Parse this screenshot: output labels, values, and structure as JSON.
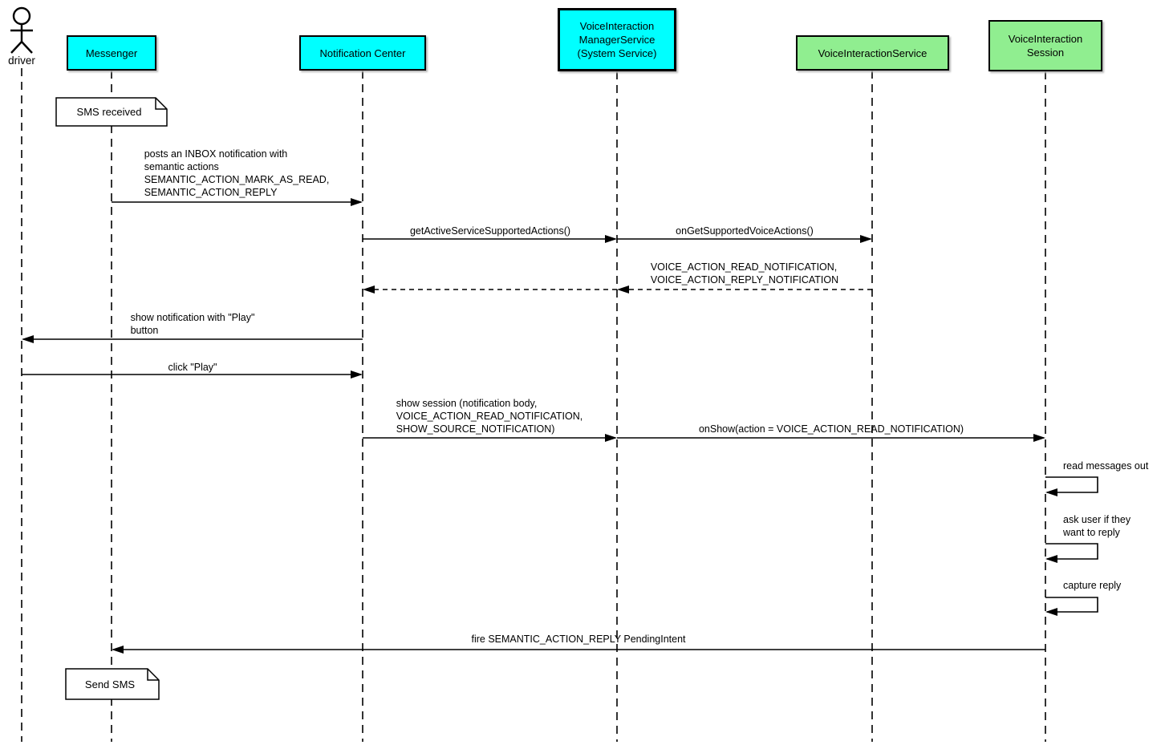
{
  "diagram": {
    "type": "uml-sequence-diagram",
    "actor": {
      "name": "driver"
    },
    "participants": [
      {
        "id": "messenger",
        "label": "Messenger",
        "color": "#00FFFF"
      },
      {
        "id": "notification-center",
        "label": "Notification Center",
        "color": "#00FFFF"
      },
      {
        "id": "voice-interaction-manager-service",
        "label": "VoiceInteraction\nManagerService\n(System Service)",
        "color": "#00FFFF"
      },
      {
        "id": "voice-interaction-service",
        "label": "VoiceInteractionService",
        "color": "#90EE90"
      },
      {
        "id": "voice-interaction-session",
        "label": "VoiceInteraction\nSession",
        "color": "#90EE90"
      }
    ],
    "notes": [
      {
        "attached_to": "messenger",
        "label": "SMS received"
      },
      {
        "attached_to": "messenger",
        "label": "Send SMS"
      }
    ],
    "messages": [
      {
        "from": "messenger",
        "to": "notification-center",
        "style": "solid",
        "label": "posts an INBOX notification with\nsemantic actions\nSEMANTIC_ACTION_MARK_AS_READ,\nSEMANTIC_ACTION_REPLY"
      },
      {
        "from": "notification-center",
        "to": "voice-interaction-manager-service",
        "style": "solid",
        "label": "getActiveServiceSupportedActions()"
      },
      {
        "from": "voice-interaction-manager-service",
        "to": "voice-interaction-service",
        "style": "solid",
        "label": "onGetSupportedVoiceActions()"
      },
      {
        "from": "voice-interaction-service",
        "to": "notification-center",
        "style": "dashed-return",
        "label": "VOICE_ACTION_READ_NOTIFICATION,\nVOICE_ACTION_REPLY_NOTIFICATION"
      },
      {
        "from": "notification-center",
        "to": "driver",
        "style": "solid",
        "label": "show notification with \"Play\"\nbutton"
      },
      {
        "from": "driver",
        "to": "notification-center",
        "style": "solid",
        "label": "click \"Play\""
      },
      {
        "from": "notification-center",
        "to": "voice-interaction-manager-service",
        "style": "solid",
        "label": "show session (notification body,\nVOICE_ACTION_READ_NOTIFICATION,\nSHOW_SOURCE_NOTIFICATION)"
      },
      {
        "from": "voice-interaction-manager-service",
        "to": "voice-interaction-session",
        "style": "solid",
        "label": "onShow(action = VOICE_ACTION_READ_NOTIFICATION)"
      },
      {
        "from": "voice-interaction-session",
        "to": "voice-interaction-session",
        "style": "self",
        "label": "read messages out"
      },
      {
        "from": "voice-interaction-session",
        "to": "voice-interaction-session",
        "style": "self",
        "label": "ask user if they\nwant to reply"
      },
      {
        "from": "voice-interaction-session",
        "to": "voice-interaction-session",
        "style": "self",
        "label": "capture reply"
      },
      {
        "from": "voice-interaction-session",
        "to": "messenger",
        "style": "solid",
        "label": "fire SEMANTIC_ACTION_REPLY PendingIntent"
      }
    ]
  },
  "colors": {
    "participant_cyan": "#00FFFF",
    "participant_green": "#90EE90",
    "line": "#000000",
    "note_fill": "#FFFFFF",
    "background": "#FFFFFF"
  }
}
